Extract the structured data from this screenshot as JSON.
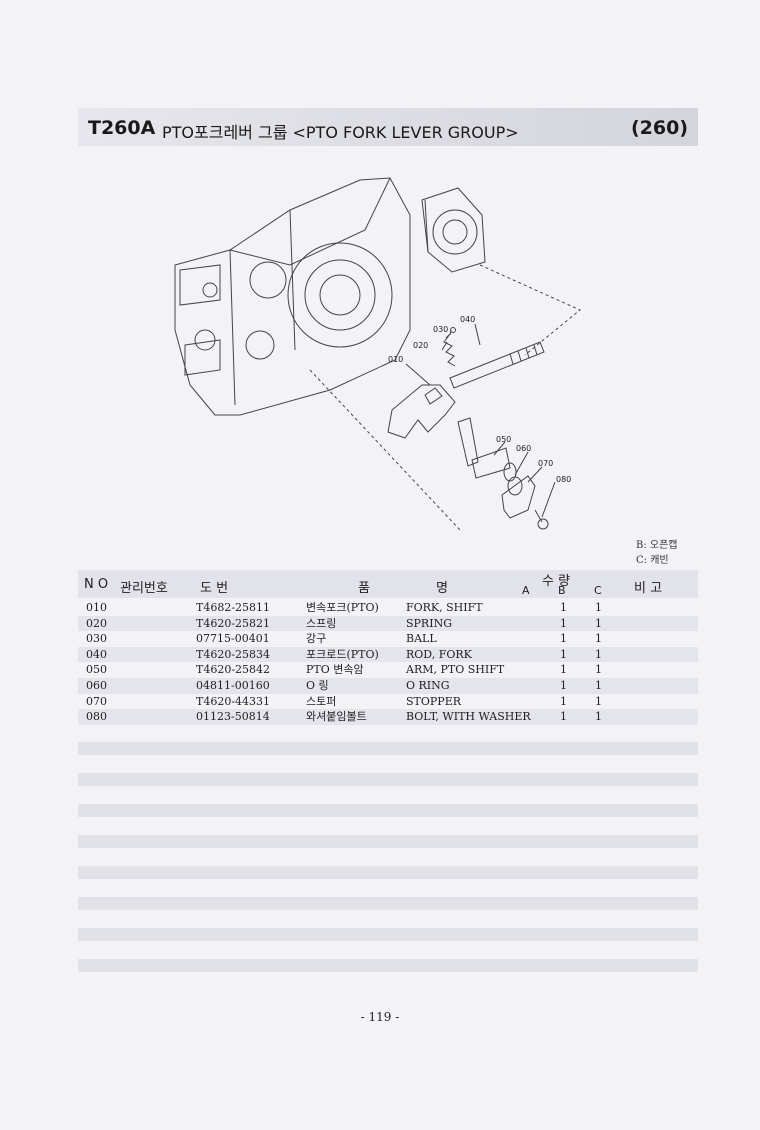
{
  "header": {
    "code": "T260A",
    "title": "PTO포크레버 그룹 <PTO FORK LEVER GROUP>",
    "number": "(260)"
  },
  "diagram": {
    "callouts": [
      "010",
      "020",
      "030",
      "040",
      "050",
      "060",
      "070",
      "080"
    ]
  },
  "legend": {
    "b": "B: 오픈캡",
    "c": "C: 캐빈"
  },
  "columns": {
    "no": "N O",
    "mgmt": "관리번호",
    "drawing": "도    번",
    "name_left": "품",
    "name_right": "명",
    "qty": "수  량",
    "qty_a": "A",
    "qty_b": "B",
    "qty_c": "C",
    "remarks": "비   고"
  },
  "parts": [
    {
      "no": "010",
      "part": "T4682-25811",
      "kr": "변속포크(PTO)",
      "en": "FORK, SHIFT",
      "b": "1",
      "c": "1"
    },
    {
      "no": "020",
      "part": "T4620-25821",
      "kr": "스프링",
      "en": "SPRING",
      "b": "1",
      "c": "1"
    },
    {
      "no": "030",
      "part": "07715-00401",
      "kr": "강구",
      "en": "BALL",
      "b": "1",
      "c": "1"
    },
    {
      "no": "040",
      "part": "T4620-25834",
      "kr": "포크로드(PTO)",
      "en": "ROD, FORK",
      "b": "1",
      "c": "1"
    },
    {
      "no": "050",
      "part": "T4620-25842",
      "kr": "PTO 변속암",
      "en": "ARM, PTO SHIFT",
      "b": "1",
      "c": "1"
    },
    {
      "no": "060",
      "part": "04811-00160",
      "kr": "O 링",
      "en": "O RING",
      "b": "1",
      "c": "1"
    },
    {
      "no": "070",
      "part": "T4620-44331",
      "kr": "스토퍼",
      "en": "STOPPER",
      "b": "1",
      "c": "1"
    },
    {
      "no": "080",
      "part": "01123-50814",
      "kr": "와셔붙임볼트",
      "en": "BOLT, WITH WASHER",
      "b": "1",
      "c": "1"
    }
  ],
  "page_number": "- 119 -"
}
